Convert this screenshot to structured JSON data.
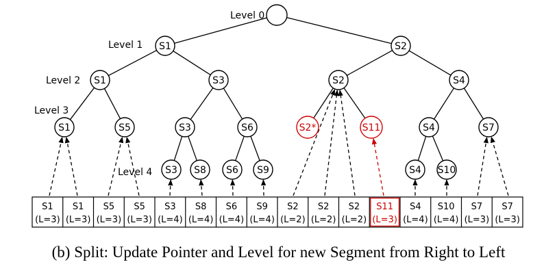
{
  "colors": {
    "normal": "#000000",
    "highlight": "#cc0000"
  },
  "levels": [
    "Level 0",
    "Level 1",
    "Level 2",
    "Level 3",
    "Level 4"
  ],
  "nodes": [
    {
      "id": "root",
      "label": ""
    },
    {
      "id": "l1a",
      "label": "S1"
    },
    {
      "id": "l1b",
      "label": "S2"
    },
    {
      "id": "l2a",
      "label": "S1"
    },
    {
      "id": "l2b",
      "label": "S3"
    },
    {
      "id": "l2c",
      "label": "S2"
    },
    {
      "id": "l2d",
      "label": "S4"
    },
    {
      "id": "l3a",
      "label": "S1"
    },
    {
      "id": "l3b",
      "label": "S5"
    },
    {
      "id": "l3c",
      "label": "S3"
    },
    {
      "id": "l3d",
      "label": "S6"
    },
    {
      "id": "l3e",
      "label": "S2*",
      "highlight": true
    },
    {
      "id": "l3f",
      "label": "S11",
      "highlight": true
    },
    {
      "id": "l3g",
      "label": "S4"
    },
    {
      "id": "l3h",
      "label": "S7"
    },
    {
      "id": "l4a",
      "label": "S3"
    },
    {
      "id": "l4b",
      "label": "S8"
    },
    {
      "id": "l4c",
      "label": "S6"
    },
    {
      "id": "l4d",
      "label": "S9"
    },
    {
      "id": "l4e",
      "label": "S4"
    },
    {
      "id": "l4f",
      "label": "S10"
    }
  ],
  "table": [
    {
      "seg": "S1",
      "level": "(L=3)"
    },
    {
      "seg": "S1",
      "level": "(L=3)"
    },
    {
      "seg": "S5",
      "level": "(L=3)"
    },
    {
      "seg": "S5",
      "level": "(L=3)"
    },
    {
      "seg": "S3",
      "level": "(L=4)"
    },
    {
      "seg": "S8",
      "level": "(L=4)"
    },
    {
      "seg": "S6",
      "level": "(L=4)"
    },
    {
      "seg": "S9",
      "level": "(L=4)"
    },
    {
      "seg": "S2",
      "level": "(L=2)"
    },
    {
      "seg": "S2",
      "level": "(L=2)"
    },
    {
      "seg": "S2",
      "level": "(L=2)"
    },
    {
      "seg": "S11",
      "level": "(L=3)",
      "highlight": true
    },
    {
      "seg": "S4",
      "level": "(L=4)"
    },
    {
      "seg": "S10",
      "level": "(L=4)"
    },
    {
      "seg": "S7",
      "level": "(L=3)"
    },
    {
      "seg": "S7",
      "level": "(L=3)"
    }
  ],
  "caption": "(b)  Split: Update Pointer and Level for new Segment from Right to Left"
}
